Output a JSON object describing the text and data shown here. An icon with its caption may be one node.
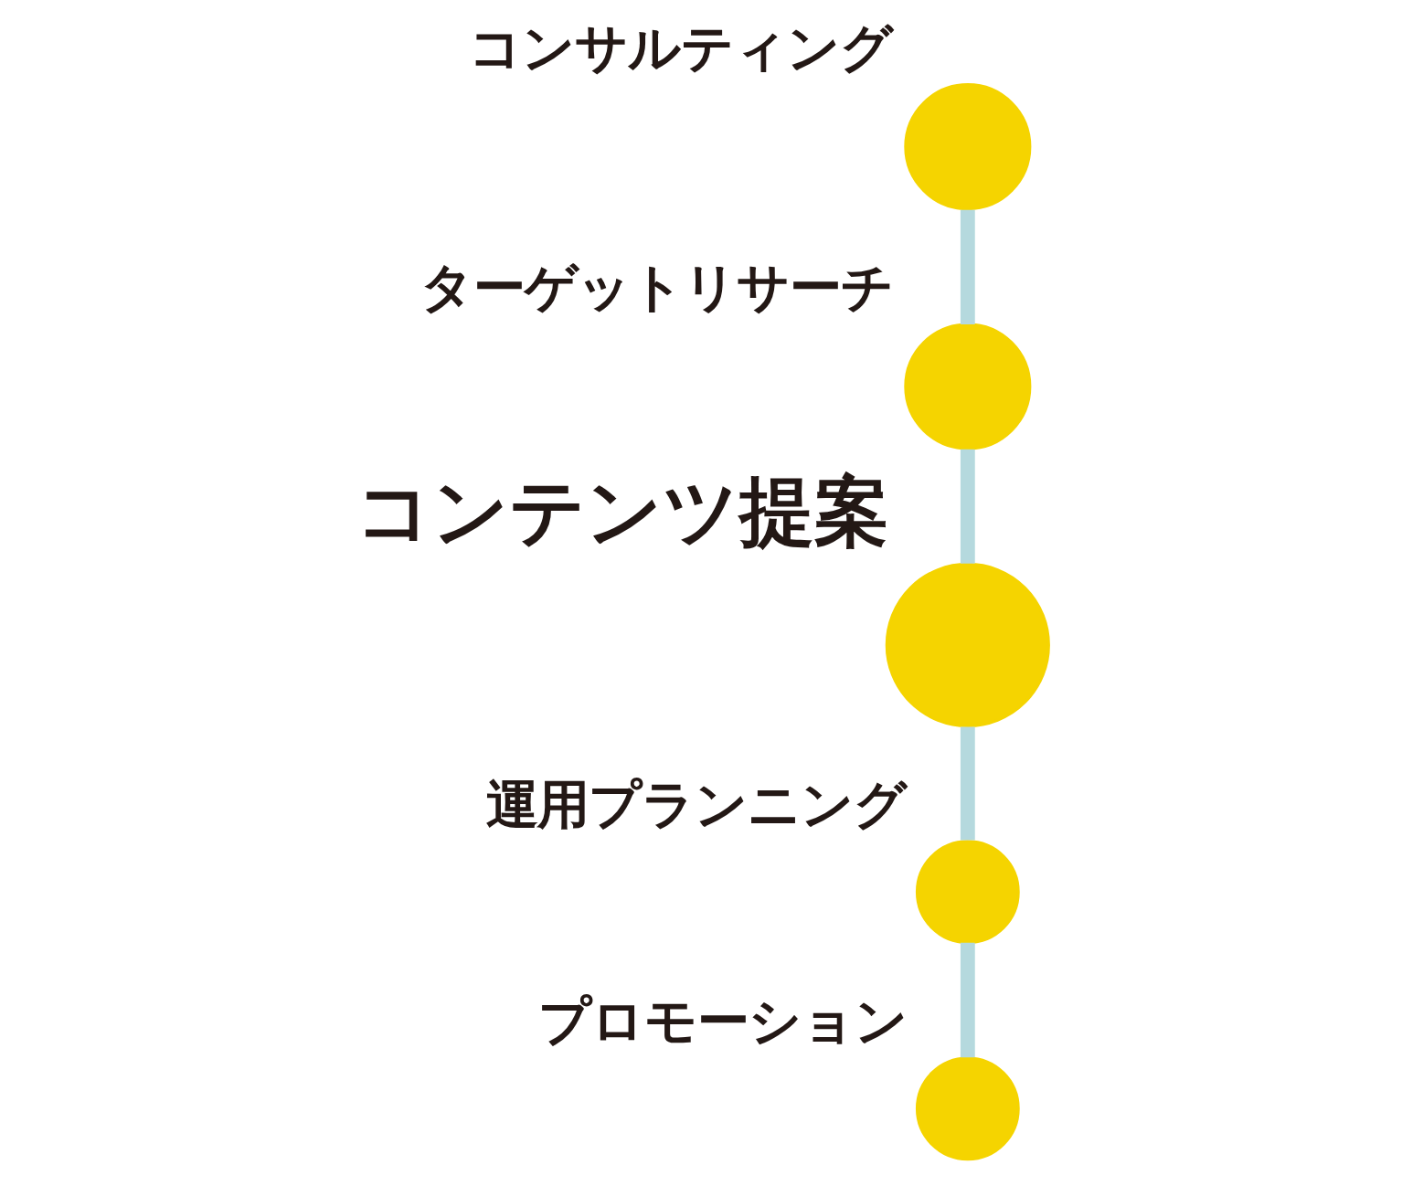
{
  "diagram": {
    "nodes": [
      {
        "text": [],
        "shape": "circle",
        "beside": [
          "コンサルティング"
        ]
      },
      {
        "text": [],
        "shape": "circle",
        "beside": [
          "ターゲットリサーチ"
        ]
      },
      {
        "text": [],
        "shape": "circle",
        "beside": [
          "コンテンツ提案"
        ]
      },
      {
        "text": [],
        "shape": "circle",
        "beside": [
          "運用プランニング"
        ]
      },
      {
        "text": [],
        "shape": "circle",
        "beside": [
          "プロモーション"
        ]
      }
    ],
    "edges": [
      {
        "from": 0,
        "to": 1,
        "arrow": "none"
      },
      {
        "from": 1,
        "to": 2,
        "arrow": "none"
      },
      {
        "from": 2,
        "to": 3,
        "arrow": "none"
      },
      {
        "from": 3,
        "to": 4,
        "arrow": "none"
      }
    ]
  }
}
